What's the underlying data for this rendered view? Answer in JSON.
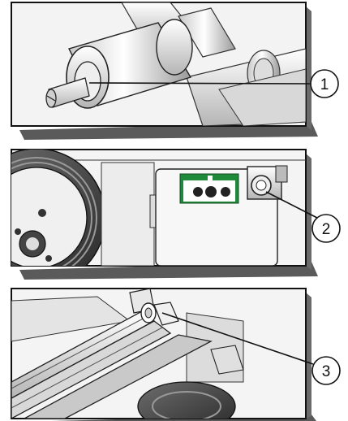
{
  "callouts": [
    {
      "label": "1"
    },
    {
      "label": "2"
    },
    {
      "label": "3"
    }
  ],
  "colors": {
    "frame": "#111111",
    "panel": "#f2f2f2",
    "shadow": "#555555",
    "line": "#222222",
    "pcb": "#1f8a3a"
  }
}
